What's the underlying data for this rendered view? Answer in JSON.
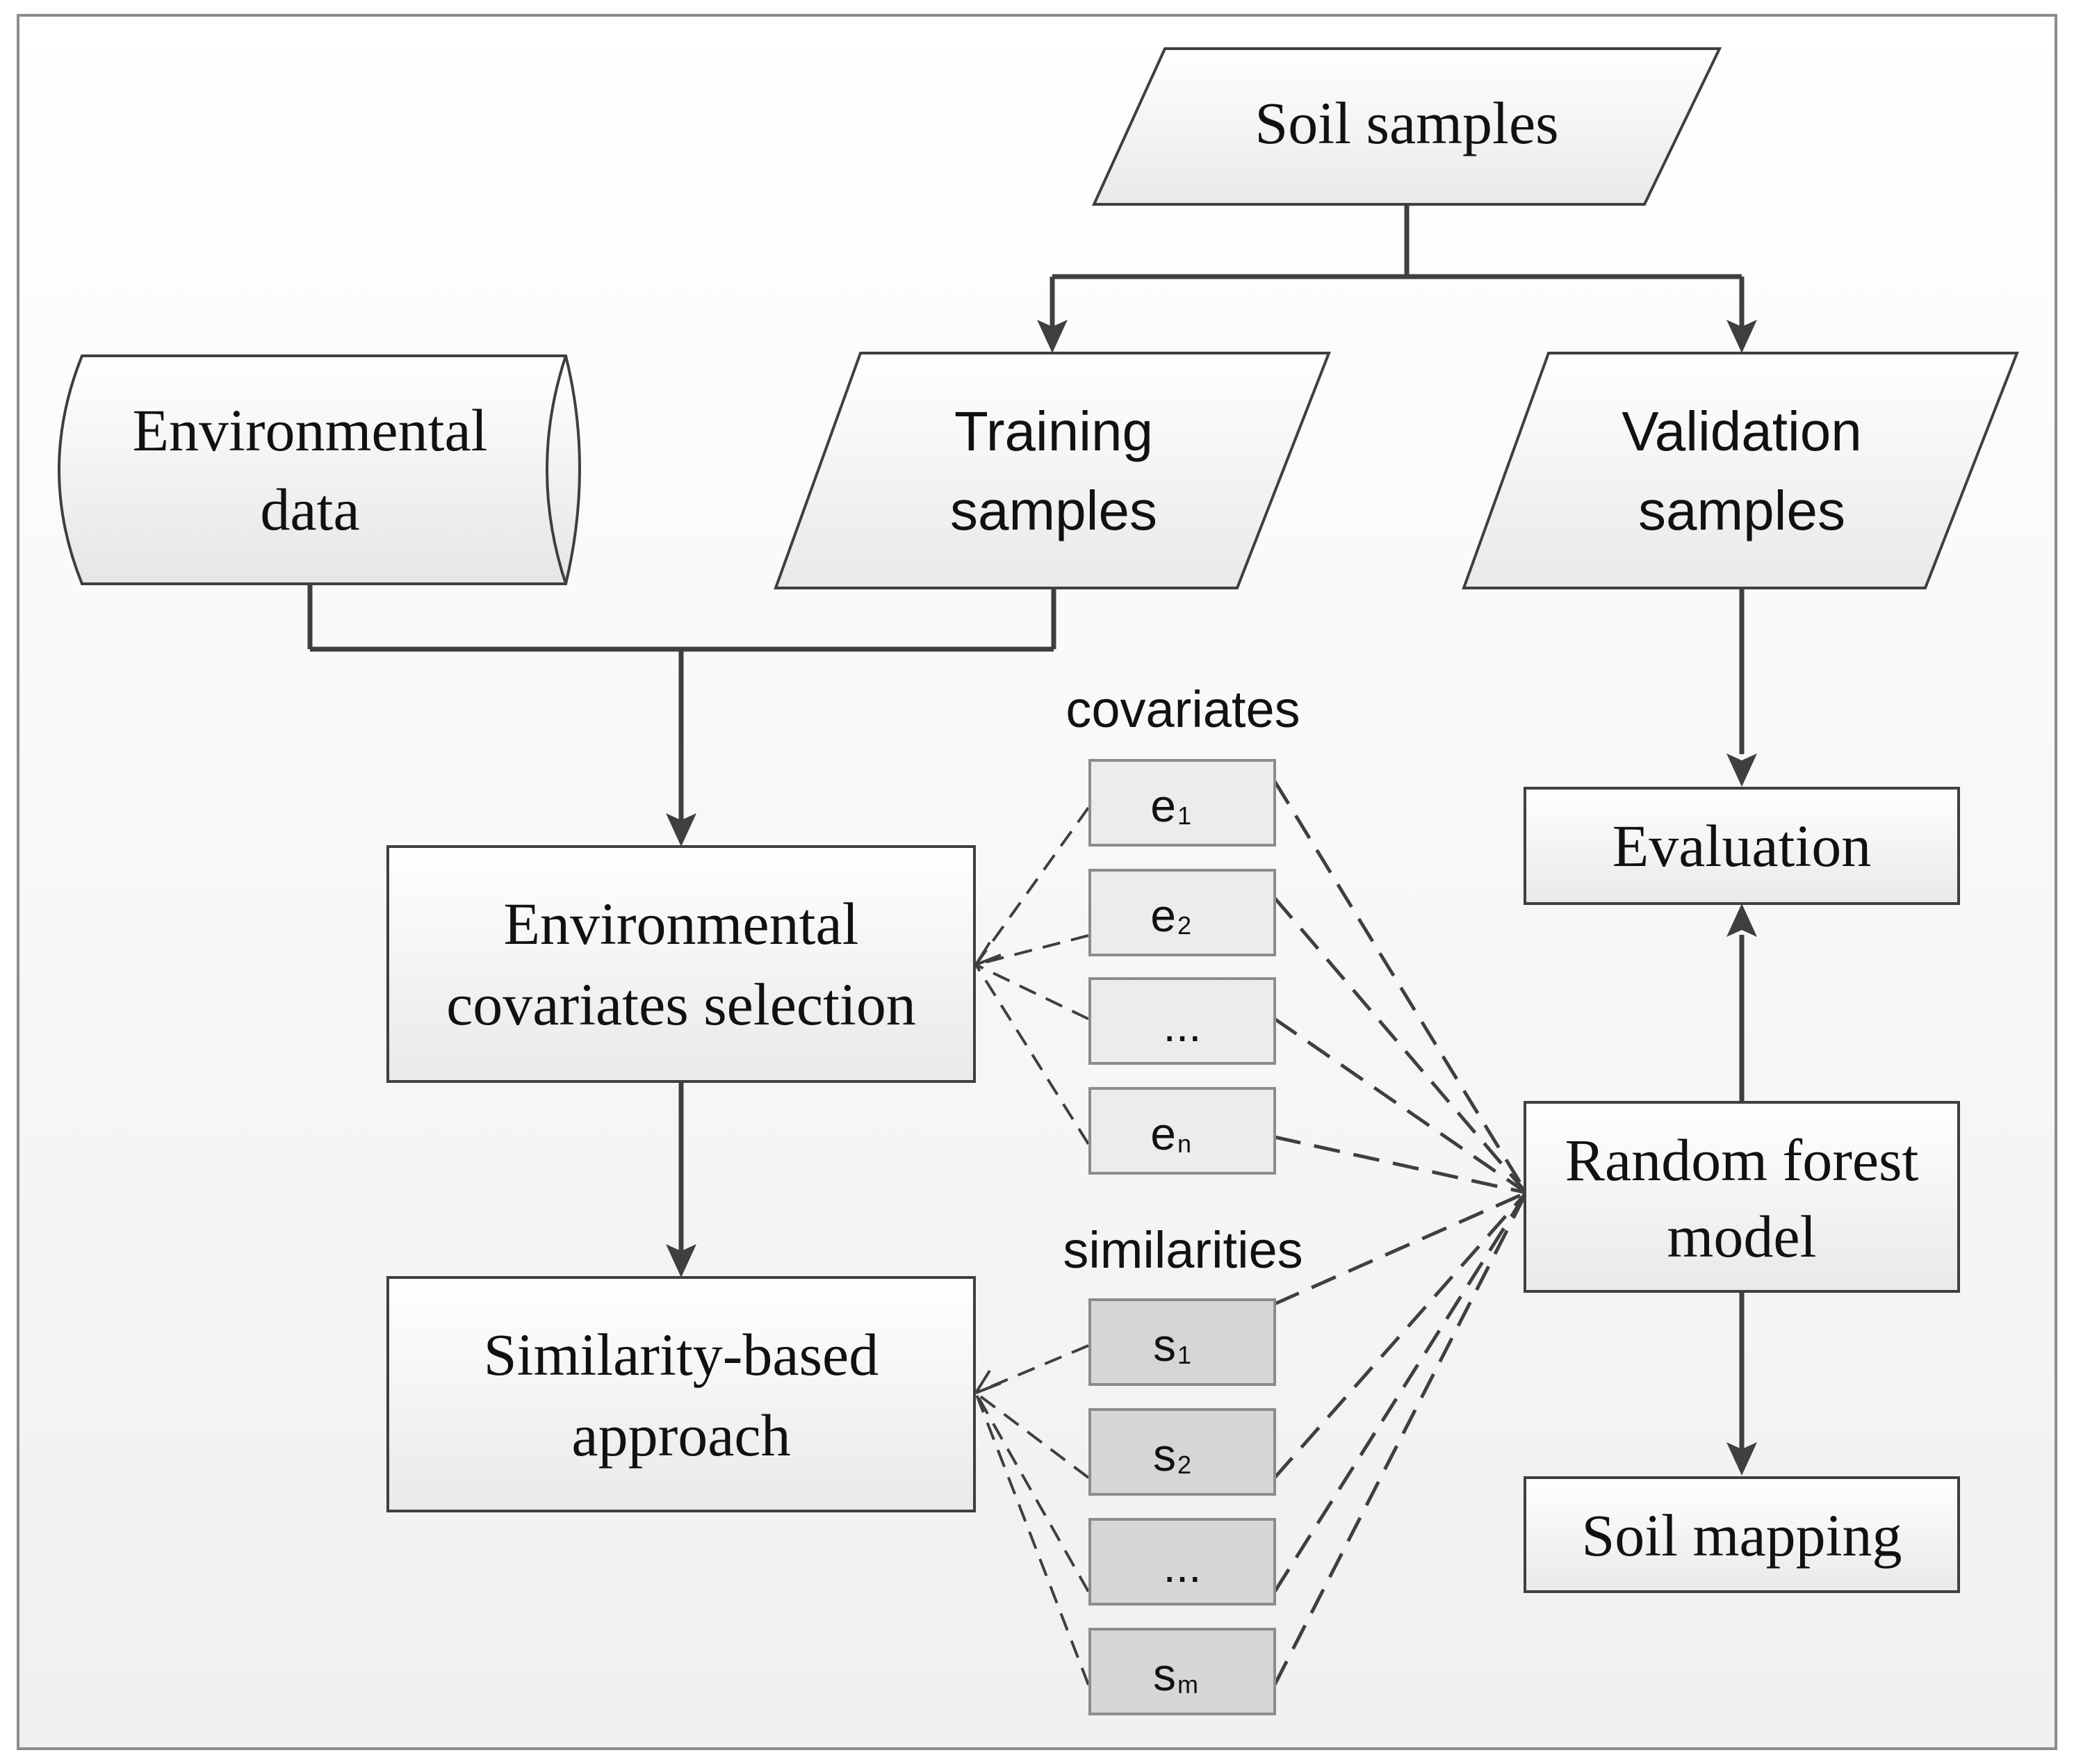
{
  "nodes": {
    "soil_samples": "Soil samples",
    "environmental_data": [
      "Environmental",
      "data"
    ],
    "training_samples": [
      "Training",
      "samples"
    ],
    "validation_samples": [
      "Validation",
      "samples"
    ],
    "covariates_selection": [
      "Environmental",
      "covariates selection"
    ],
    "similarity_approach": [
      "Similarity-based",
      "approach"
    ],
    "evaluation": "Evaluation",
    "random_forest": [
      "Random forest",
      "model"
    ],
    "soil_mapping": "Soil mapping"
  },
  "covariates": {
    "label": "covariates",
    "items": [
      {
        "base": "e",
        "sub": "1"
      },
      {
        "base": "e",
        "sub": "2"
      },
      {
        "base": "...",
        "sub": ""
      },
      {
        "base": "e",
        "sub": "n"
      }
    ]
  },
  "similarities": {
    "label": "similarities",
    "items": [
      {
        "base": "s",
        "sub": "1"
      },
      {
        "base": "s",
        "sub": "2"
      },
      {
        "base": "...",
        "sub": ""
      },
      {
        "base": "s",
        "sub": "m"
      }
    ]
  },
  "colors": {
    "border": "#8c8c8c",
    "line": "#3f3f3f",
    "box_fill_top": "#ffffff",
    "box_fill_bottom": "#ebebeb",
    "small_box_light": "#ececec",
    "small_box_dark": "#d6d6d6",
    "background_bottom": "#f0f0f0"
  }
}
